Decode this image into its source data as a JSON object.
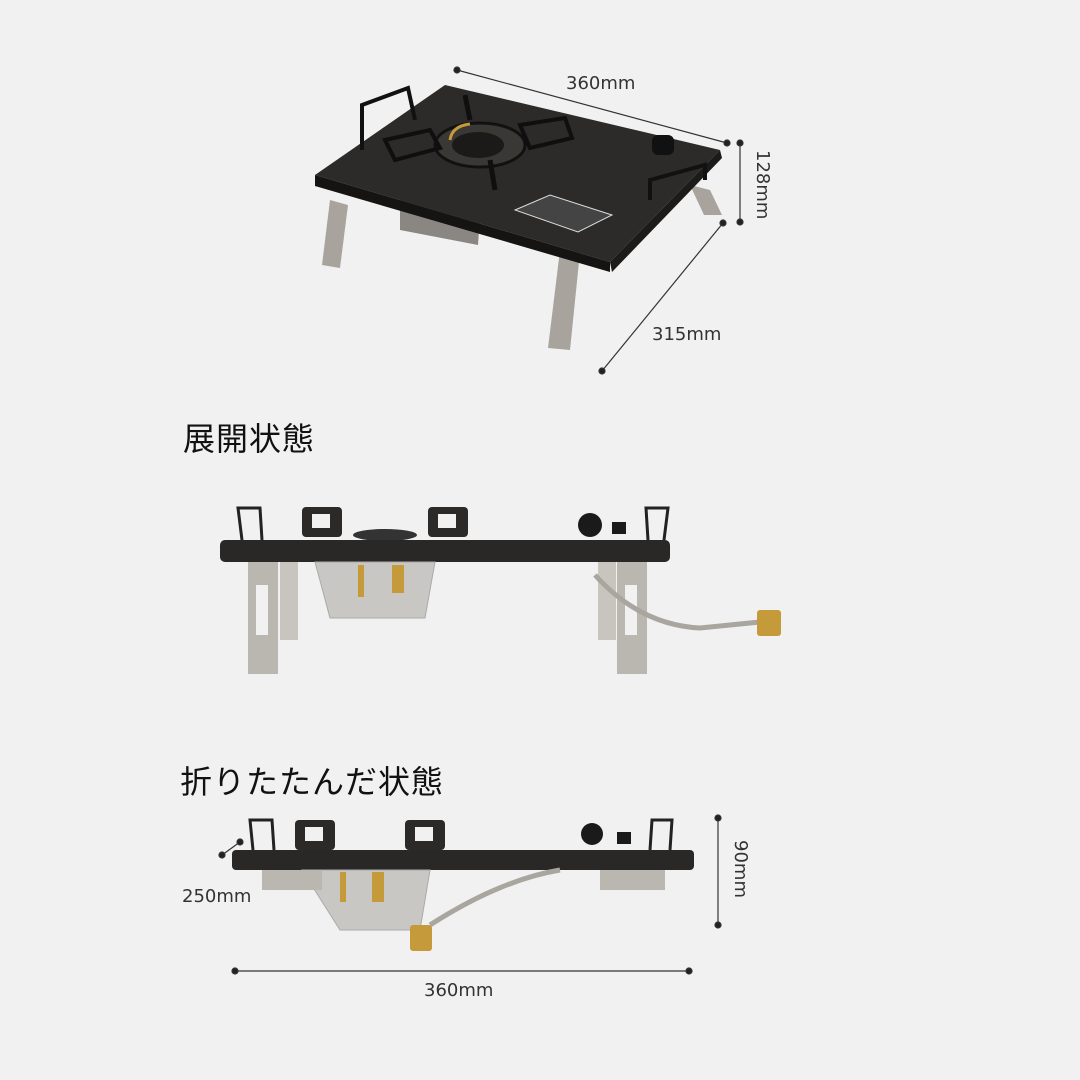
{
  "section_top": {
    "dimensions": {
      "width": "360mm",
      "height": "128mm",
      "depth": "315mm"
    }
  },
  "section_open": {
    "title": "展開状態"
  },
  "section_folded": {
    "title": "折りたたんだ状態",
    "dimensions": {
      "depth": "250mm",
      "height": "90mm",
      "width": "360mm"
    }
  },
  "colors": {
    "background": "#f1f1f1",
    "plate": "#2a2826",
    "steel": "#b9b6b0",
    "brass": "#c49a3a"
  }
}
